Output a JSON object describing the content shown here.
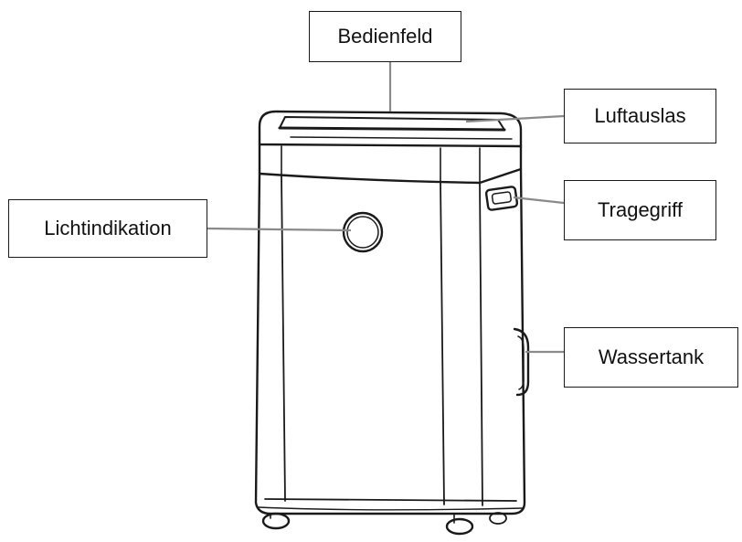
{
  "labels": {
    "control_panel": "Bedienfeld",
    "air_outlet": "Luftauslas",
    "carry_handle": "Tragegriff",
    "light_indicator": "Lichtindikation",
    "water_tank": "Wassertank"
  },
  "colors": {
    "line": "#1a1a1a",
    "leader": "#8a8a8a",
    "background": "#ffffff"
  }
}
